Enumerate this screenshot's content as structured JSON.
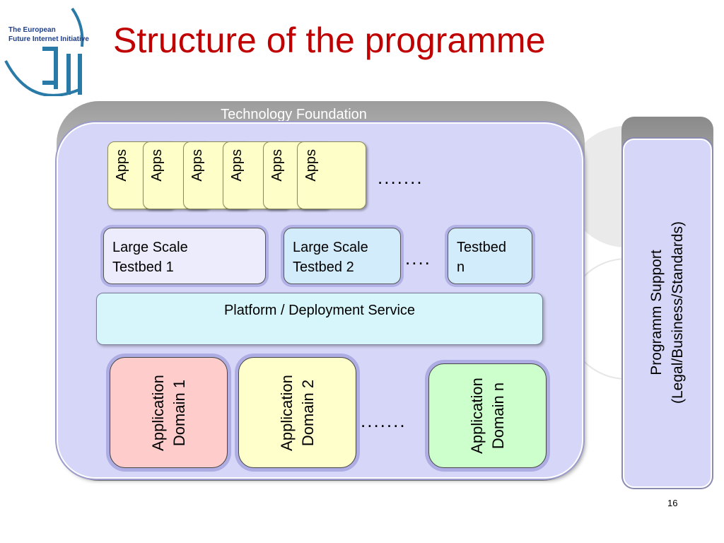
{
  "title": "Structure of the programme",
  "logo": {
    "line1": "The European",
    "line2": "Future Internet Initiative"
  },
  "foundation_label": "Technology Foundation",
  "apps": [
    "Apps",
    "Apps",
    "Apps",
    "Apps",
    "Apps",
    "Apps"
  ],
  "apps_dots": ".......",
  "testbeds": [
    {
      "line1": "Large Scale",
      "line2": "Testbed 1"
    },
    {
      "line1": "Large Scale",
      "line2": "Testbed 2"
    },
    {
      "line1": "Testbed",
      "line2": "n"
    }
  ],
  "testbed_dots": "....",
  "platform": "Platform / Deployment Service",
  "domains": [
    {
      "line1": "Application",
      "line2": "Domain 1"
    },
    {
      "line1": "Application",
      "line2": "Domain 2"
    },
    {
      "line1": "Application",
      "line2": "Domain n"
    }
  ],
  "domain_dots": ".......",
  "support": {
    "line1": "Programm  Support",
    "line2": "(Legal/Business/Standards)"
  },
  "page_number": "16",
  "colors": {
    "title": "#c00000",
    "foundation": "#d6d6f8",
    "apps": "#fefec8",
    "domain1": "#ffcccc",
    "domain2": "#ffffcc",
    "domainN": "#ccffcc",
    "platform": "#d6f6fb"
  }
}
